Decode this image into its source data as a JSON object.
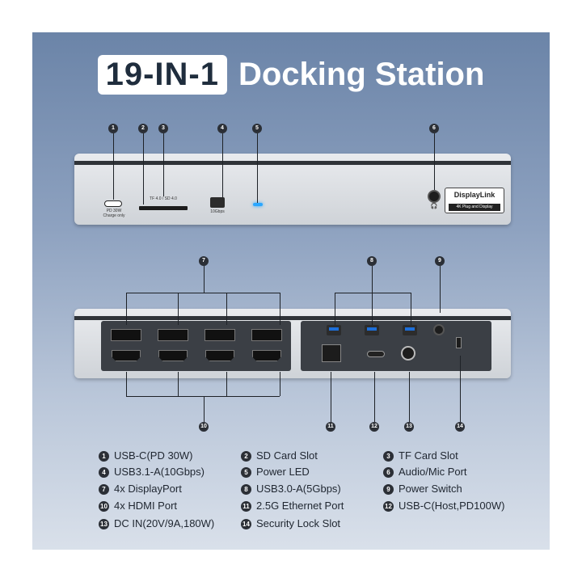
{
  "title": {
    "boxed": "19-IN-1",
    "rest": "Docking Station"
  },
  "front": {
    "usbc_label": "PD 30W",
    "usbc_sub": "Charge only",
    "sd_label": "TF 4.0 / SD 4.0",
    "usba_label": "10Gbps",
    "displaylink": "DisplayLink",
    "displaylink_sub": "4K Plug and Display",
    "audio_icon": "headset-icon"
  },
  "callouts": [
    "1",
    "2",
    "3",
    "4",
    "5",
    "6",
    "7",
    "8",
    "9",
    "10",
    "11",
    "12",
    "13",
    "14"
  ],
  "legend": [
    {
      "num": "1",
      "label": "USB-C(PD 30W)"
    },
    {
      "num": "2",
      "label": "SD Card Slot"
    },
    {
      "num": "3",
      "label": "TF Card Slot"
    },
    {
      "num": "4",
      "label": "USB3.1-A(10Gbps)"
    },
    {
      "num": "5",
      "label": "Power LED"
    },
    {
      "num": "6",
      "label": "Audio/Mic Port"
    },
    {
      "num": "7",
      "label": "4x DisplayPort"
    },
    {
      "num": "8",
      "label": "USB3.0-A(5Gbps)"
    },
    {
      "num": "9",
      "label": "Power Switch"
    },
    {
      "num": "10",
      "label": "4x HDMI Port"
    },
    {
      "num": "11",
      "label": "2.5G Ethernet Port"
    },
    {
      "num": "12",
      "label": "USB-C(Host,PD100W)"
    },
    {
      "num": "13",
      "label": "DC IN(20V/9A,180W)"
    },
    {
      "num": "14",
      "label": "Security Lock Slot"
    }
  ],
  "colors": {
    "accent_led": "#2aa7ff",
    "usb3_blue": "#1e6fd9",
    "badge": "#2b2f36"
  }
}
